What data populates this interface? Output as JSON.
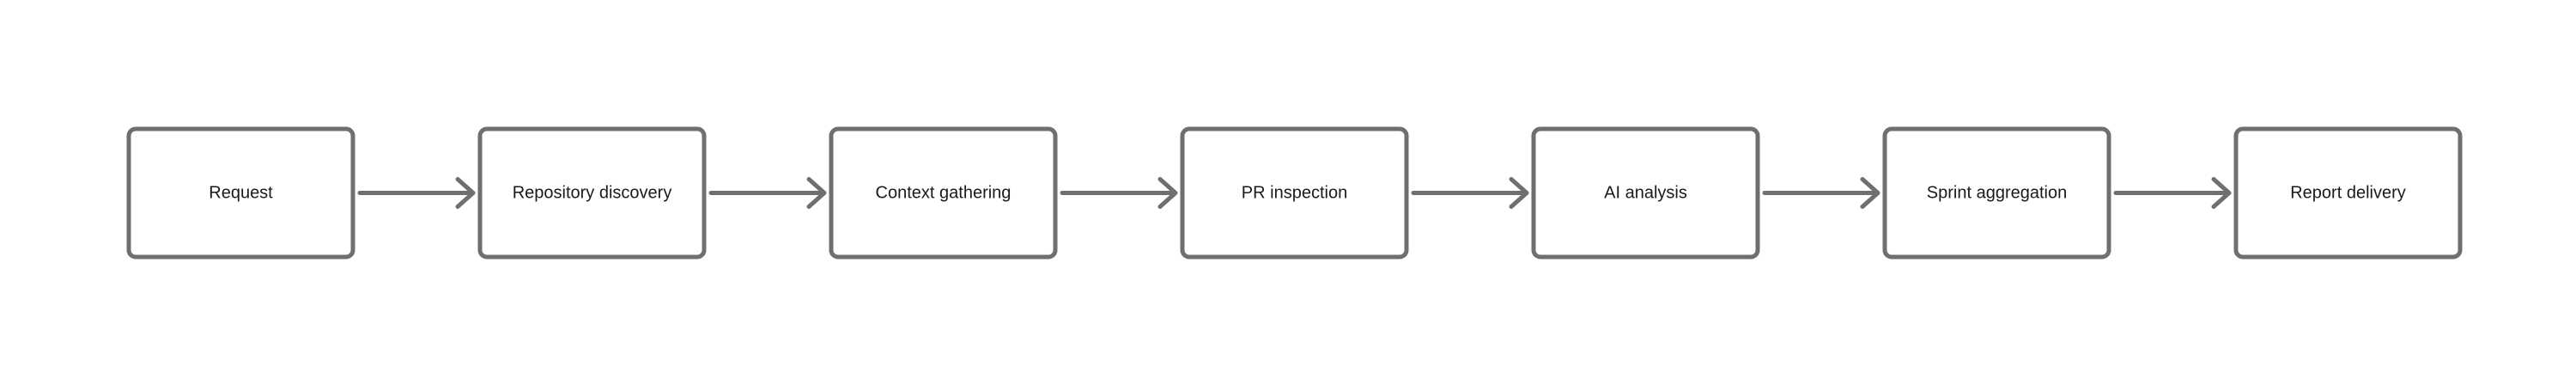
{
  "diagram": {
    "nodes": [
      {
        "id": "request",
        "label": "Request"
      },
      {
        "id": "repository-discovery",
        "label": "Repository discovery"
      },
      {
        "id": "context-gathering",
        "label": "Context gathering"
      },
      {
        "id": "pr-inspection",
        "label": "PR inspection"
      },
      {
        "id": "ai-analysis",
        "label": "AI analysis"
      },
      {
        "id": "sprint-aggregation",
        "label": "Sprint aggregation"
      },
      {
        "id": "report-delivery",
        "label": "Report delivery"
      }
    ],
    "edges": [
      {
        "from": "request",
        "to": "repository-discovery"
      },
      {
        "from": "repository-discovery",
        "to": "context-gathering"
      },
      {
        "from": "context-gathering",
        "to": "pr-inspection"
      },
      {
        "from": "pr-inspection",
        "to": "ai-analysis"
      },
      {
        "from": "ai-analysis",
        "to": "sprint-aggregation"
      },
      {
        "from": "sprint-aggregation",
        "to": "report-delivery"
      }
    ],
    "colors": {
      "stroke": "#6f6f6f",
      "text": "#1a1a1a",
      "background": "#ffffff"
    }
  }
}
